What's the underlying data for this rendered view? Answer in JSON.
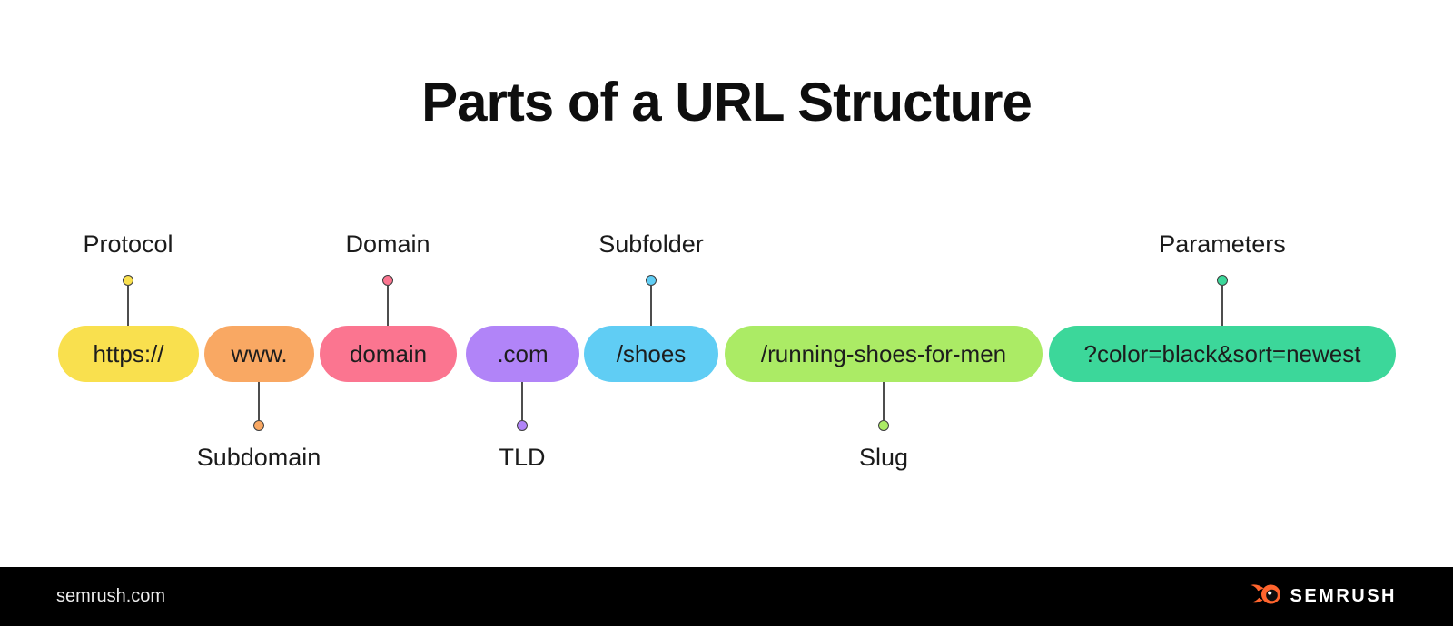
{
  "title": "Parts of a URL Structure",
  "url_parts": [
    {
      "text": "https://",
      "label": "Protocol",
      "label_position": "above",
      "color": "#F9E04E"
    },
    {
      "text": "www.",
      "label": "Subdomain",
      "label_position": "below",
      "color": "#F9A863"
    },
    {
      "text": "domain",
      "label": "Domain",
      "label_position": "above",
      "color": "#FB7590"
    },
    {
      "text": ".com",
      "label": "TLD",
      "label_position": "below",
      "color": "#B184F8"
    },
    {
      "text": "/shoes",
      "label": "Subfolder",
      "label_position": "above",
      "color": "#60CDF4"
    },
    {
      "text": "/running-shoes-for-men",
      "label": "Slug",
      "label_position": "below",
      "color": "#ABEB65"
    },
    {
      "text": "?color=black&sort=newest",
      "label": "Parameters",
      "label_position": "above",
      "color": "#3CD79A"
    }
  ],
  "footer": {
    "website": "semrush.com",
    "brand": "SEMRUSH",
    "brand_color": "#FF642D",
    "bar_color": "#000000"
  }
}
